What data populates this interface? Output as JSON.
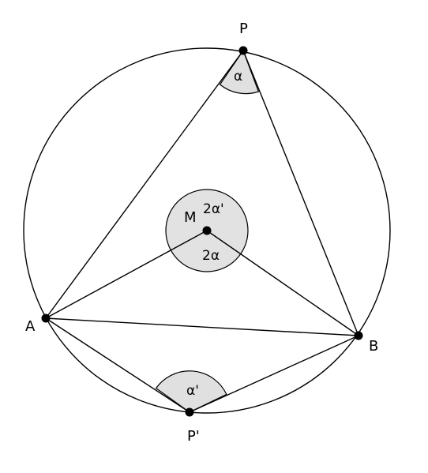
{
  "diagram": {
    "points": {
      "P": "P",
      "A": "A",
      "B": "B",
      "P_prime": "P'",
      "M": "M"
    },
    "angles": {
      "at_P": "α",
      "at_P_prime": "α'",
      "center_lower": "2α",
      "center_upper": "2α'"
    },
    "colors": {
      "stroke": "#000000",
      "angle_fill": "#e0e0e0",
      "background": "#ffffff"
    }
  }
}
